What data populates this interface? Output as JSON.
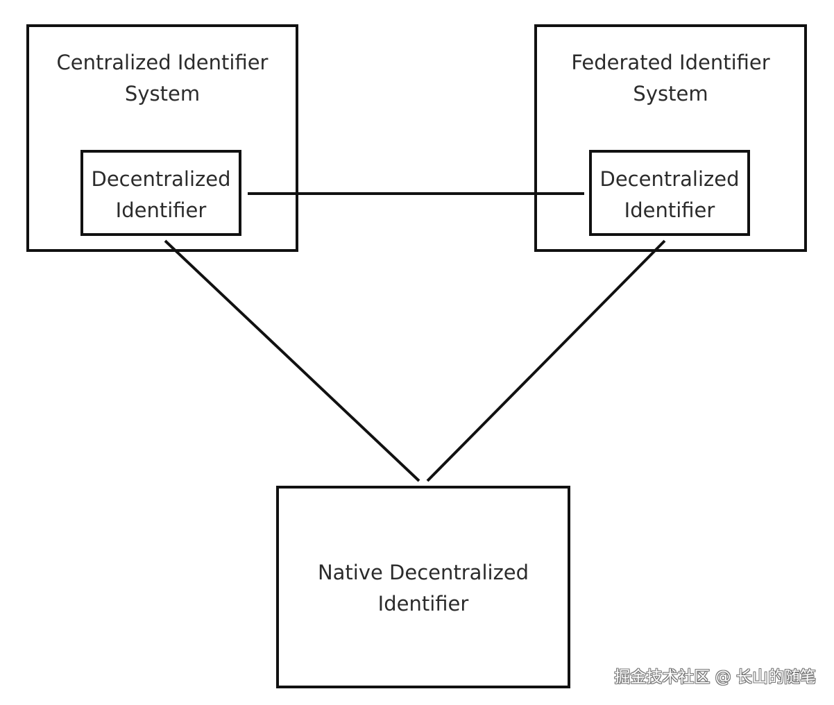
{
  "diagram": {
    "centralized_system": {
      "title_line1": "Centralized Identifier",
      "title_line2": "System",
      "inner_line1": "Decentralized",
      "inner_line2": "Identifier"
    },
    "federated_system": {
      "title_line1": "Federated Identifier",
      "title_line2": "System",
      "inner_line1": "Decentralized",
      "inner_line2": "Identifier"
    },
    "native": {
      "line1": "Native Decentralized",
      "line2": "Identifier"
    }
  },
  "watermark": "掘金技术社区 @ 长山的随笔"
}
